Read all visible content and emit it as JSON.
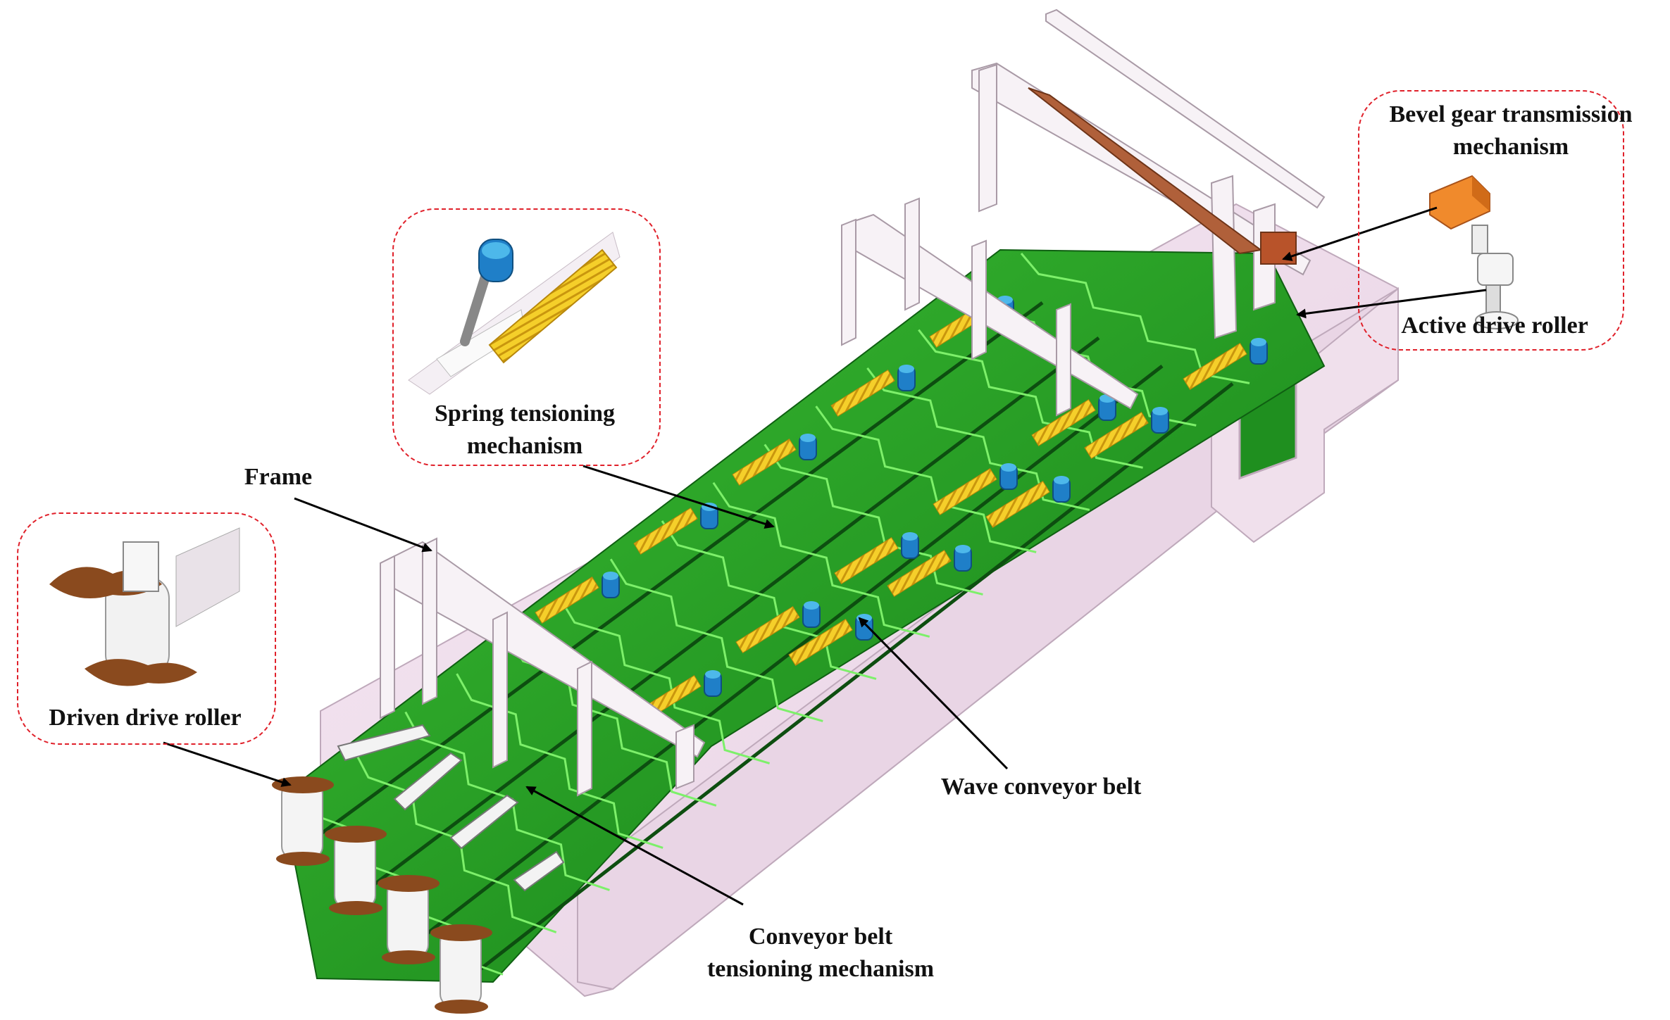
{
  "labels": {
    "bevel_gear_line1": "Bevel gear transmission",
    "bevel_gear_line2": "mechanism",
    "active_drive_roller": "Active drive roller",
    "spring_tensioning_line1": "Spring tensioning",
    "spring_tensioning_line2": "mechanism",
    "frame": "Frame",
    "driven_drive_roller": "Driven drive roller",
    "wave_conveyor_belt": "Wave conveyor belt",
    "belt_tensioning_line1": "Conveyor belt",
    "belt_tensioning_line2": "tensioning mechanism"
  },
  "colors": {
    "frame": "#f1dfee",
    "frame_edge": "#bfa9bb",
    "belt": "#1f8f1f",
    "belt_dark": "#0f5f12",
    "belt_light": "#46c83a",
    "spring": "#f2c21a",
    "roller_blue": "#1f7fc8",
    "bevel_orange": "#f08a2c",
    "gear_brown": "#8a4a1e",
    "callout_border": "#e0202a",
    "arrow": "#000000"
  }
}
